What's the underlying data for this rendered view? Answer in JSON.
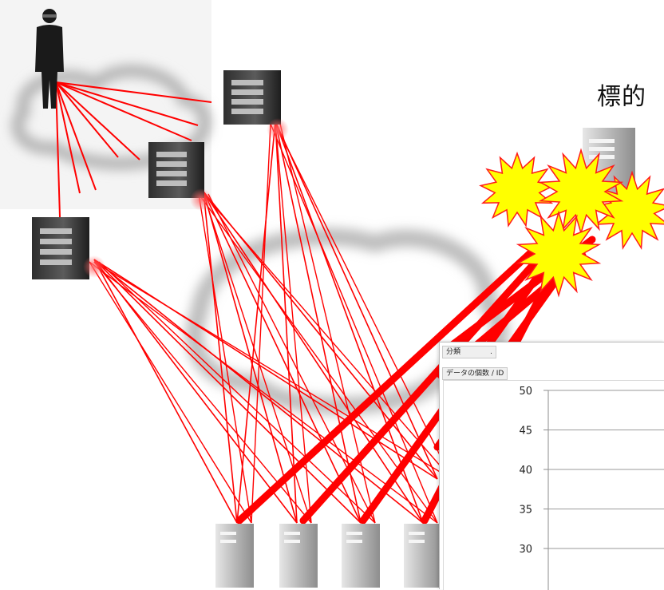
{
  "diagram": {
    "target_label": "標的",
    "colors": {
      "attack_line": "#ff0000",
      "burst_fill": "#ffff00",
      "burst_stroke": "#ff1a1a",
      "attacker": "#1a1a1a",
      "cloud_shadow": "#b5b5b5"
    },
    "icons": {
      "attacker": "attacker-figure-icon",
      "command_server": "dark-server-icon",
      "bot": "light-server-icon",
      "target": "target-server-icon",
      "impact": "explosion-burst-icon"
    }
  },
  "pivot": {
    "category_field": "分類",
    "category_dropdown_glyph": ".",
    "value_field": "データの個数 / ID"
  },
  "chart_data": {
    "type": "bar",
    "ylim": [
      30,
      50
    ],
    "yticks": [
      50,
      45,
      40,
      35,
      30
    ],
    "grid": true
  }
}
